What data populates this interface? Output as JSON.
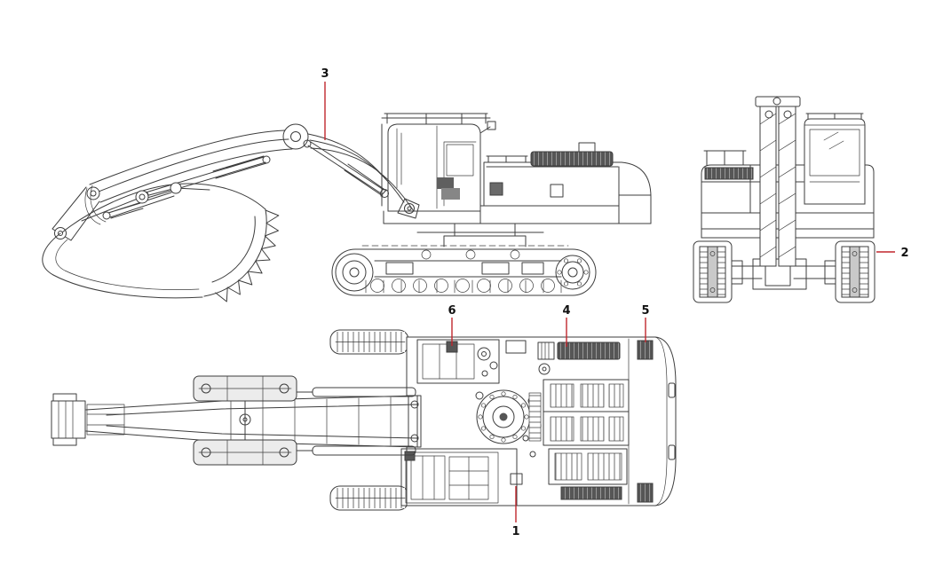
{
  "figure": {
    "type": "technical-line-diagram",
    "subject": "excavator three-view parts location diagram",
    "background_color": "#ffffff",
    "line_color": "#3d3d3d",
    "callout_color": "#c0272d",
    "callouts": [
      {
        "label": "1"
      },
      {
        "label": "2"
      },
      {
        "label": "3"
      },
      {
        "label": "4"
      },
      {
        "label": "5"
      },
      {
        "label": "6"
      }
    ]
  }
}
